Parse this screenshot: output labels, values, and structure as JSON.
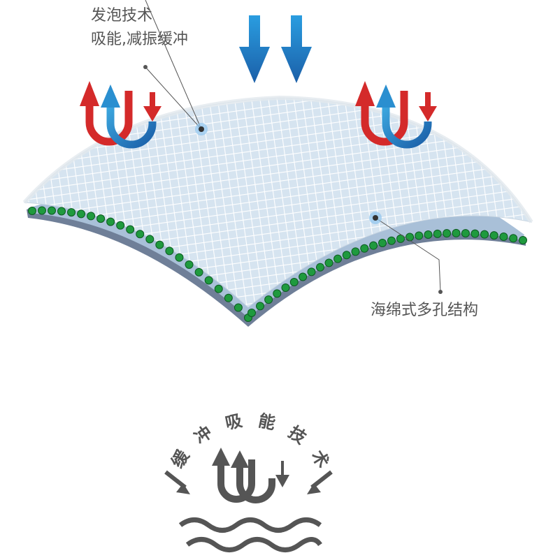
{
  "labels": {
    "foam_title": "发泡技术",
    "foam_desc": "吸能,减振缓冲",
    "sponge": "海绵式多孔结构"
  },
  "emblem": {
    "title": "缓冲吸能技术",
    "title_chars": [
      "缓",
      "冲",
      "吸",
      "能",
      "技",
      "术"
    ]
  },
  "colors": {
    "red": "#d42a2a",
    "blue": "#2a8fd0",
    "green": "#1f9a3e",
    "mesh": "#bcd3e6",
    "gray": "#555555"
  }
}
